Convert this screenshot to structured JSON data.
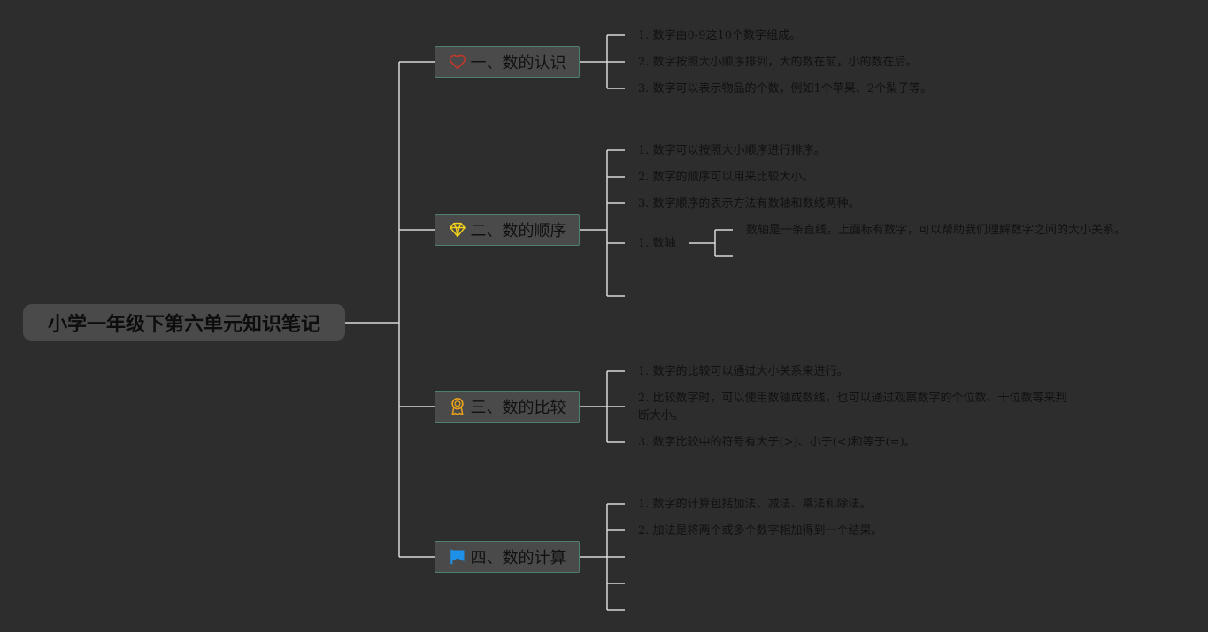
{
  "root": {
    "title": "小学一年级下第六单元知识笔记"
  },
  "topics": [
    {
      "label": "一、数的认识",
      "icon": "heart-icon",
      "items": [
        "1. 数字由0-9这10个数字组成。",
        "2. 数字按照大小顺序排列，大的数在前，小的数在后。",
        "3. 数字可以表示物品的个数，例如1个苹果、2个梨子等。"
      ]
    },
    {
      "label": "二、数的顺序",
      "icon": "diamond-icon",
      "items": [
        "1. 数字可以按照大小顺序进行排序。",
        "2. 数字的顺序可以用来比较大小。",
        "3. 数字顺序的表示方法有数轴和数线两种。",
        "1. 数轴"
      ],
      "sub": "数轴是一条直线，上面标有数字，可以帮助我们理解数字之间的大小关系。"
    },
    {
      "label": "三、数的比较",
      "icon": "award-icon",
      "items": [
        "1. 数字的比较可以通过大小关系来进行。",
        "2. 比较数字时，可以使用数轴或数线，也可以通过观察数字的个位数、十位数等来判断大小。",
        "3. 数字比较中的符号有大于(>)、小于(<)和等于(=)。"
      ]
    },
    {
      "label": "四、数的计算",
      "icon": "flag-icon",
      "items": [
        "1. 数字的计算包括加法、减法、乘法和除法。",
        "2. 加法是将两个或多个数字相加得到一个结果。"
      ]
    }
  ],
  "colors": {
    "line": "#d8d8d8",
    "heart": "#c0392b",
    "diamond": "#f2d21b",
    "award": "#e8a21a",
    "flag": "#1e90e8"
  }
}
